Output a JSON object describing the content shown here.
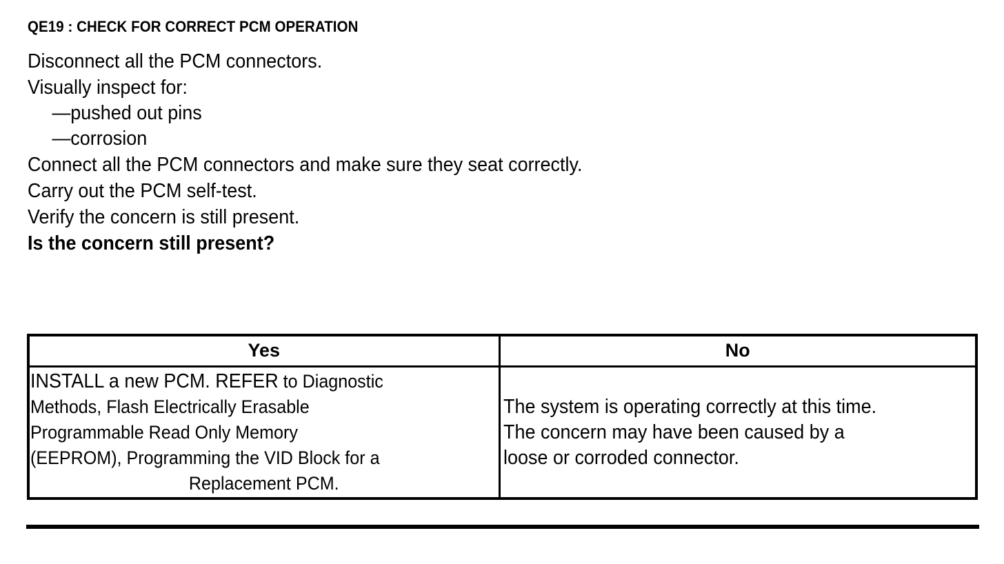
{
  "document": {
    "title": "QE19 : CHECK FOR CORRECT PCM OPERATION",
    "steps": [
      {
        "text": "Disconnect all the PCM connectors.",
        "style": "normal"
      },
      {
        "text": "Visually inspect for:",
        "style": "normal"
      },
      {
        "text": "—pushed out pins",
        "style": "sub"
      },
      {
        "text": "—corrosion",
        "style": "sub"
      },
      {
        "text": "Connect all the PCM connectors and make sure they seat correctly.",
        "style": "normal"
      },
      {
        "text": "Carry out the PCM self-test.",
        "style": "normal"
      },
      {
        "text": "Verify the concern is still present.",
        "style": "normal"
      },
      {
        "text": "Is the concern still present?",
        "style": "bold"
      }
    ],
    "decision_table": {
      "headers": [
        "Yes",
        "No"
      ],
      "yes_cell": {
        "line1_large": "INSTALL a new PCM. REFER",
        "line1_small": " to Diagnostic",
        "line2": "Methods, Flash Electrically Erasable",
        "line3": "Programmable Read Only Memory",
        "line4": "(EEPROM), Programming the VID Block for a",
        "line5": "Replacement PCM."
      },
      "no_cell": {
        "line1": "The system is operating correctly at this time.",
        "line2": "The concern may have been caused by a",
        "line3": "loose or corroded connector."
      }
    },
    "colors": {
      "ink": "#000000",
      "page": "#ffffff"
    }
  }
}
